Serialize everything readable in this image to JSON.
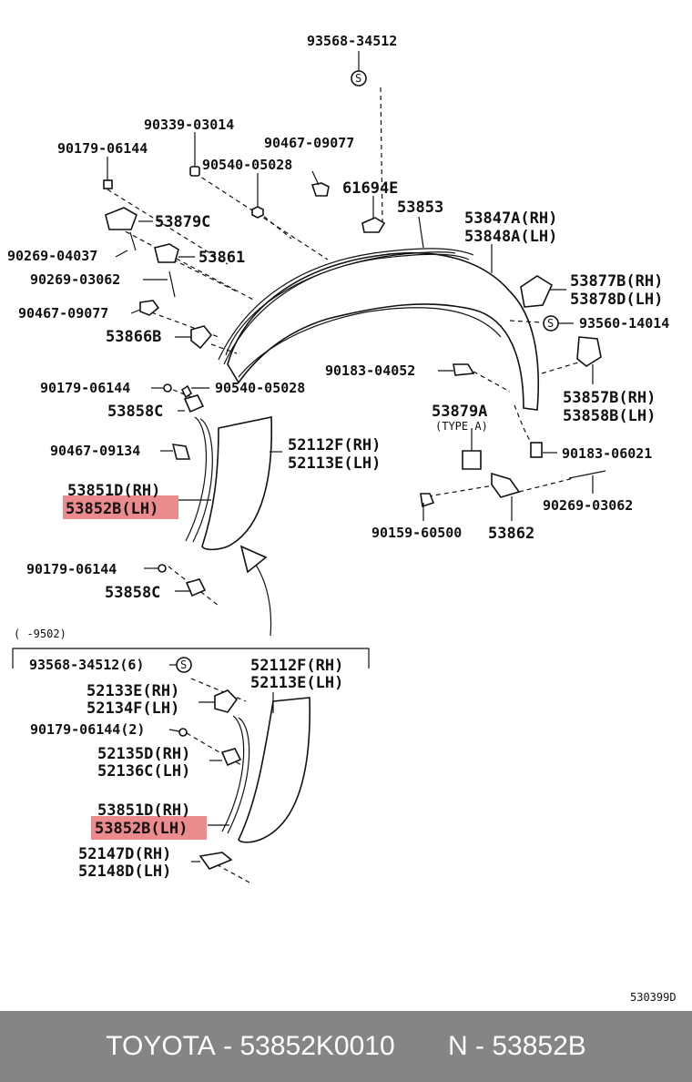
{
  "labels": {
    "p93568_34512": "93568-34512",
    "p90339_03014": "90339-03014",
    "p90179_06144_a": "90179-06144",
    "p90467_09077_a": "90467-09077",
    "p90540_05028_a": "90540-05028",
    "p61694e": "61694E",
    "p53853": "53853",
    "p53847a": "53847A(RH)",
    "p53848a": "53848A(LH)",
    "p53879c": "53879C",
    "p90269_04037": "90269-04037",
    "p53861": "53861",
    "p90269_03062_a": "90269-03062",
    "p53877b": "53877B(RH)",
    "p53878d": "53878D(LH)",
    "p90467_09077_b": "90467-09077",
    "p93560_14014": "93560-14014",
    "p53866b": "53866B",
    "p90183_04052": "90183-04052",
    "p90179_06144_b": "90179-06144",
    "p90540_05028_b": "90540-05028",
    "p53857b": "53857B(RH)",
    "p53858b": "53858B(LH)",
    "p53858c_a": "53858C",
    "p53879a": "53879A",
    "p_type_a": "(TYPE A)",
    "p52112f_a": "52112F(RH)",
    "p52113e_a": "52113E(LH)",
    "p90467_09134": "90467-09134",
    "p90183_06021": "90183-06021",
    "p53851d_a": "53851D(RH)",
    "p53852b_a": "53852B(LH)",
    "p90269_03062_b": "90269-03062",
    "p90159_60500": "90159-60500",
    "p53862": "53862",
    "p90179_06144_c": "90179-06144",
    "p53858c_b": "53858C",
    "p_range": "(      -9502)",
    "p93568_34512_6": "93568-34512(6)",
    "p52112f_b": "52112F(RH)",
    "p52113e_b": "52113E(LH)",
    "p52133e": "52133E(RH)",
    "p52134f": "52134F(LH)",
    "p90179_06144_2": "90179-06144(2)",
    "p52135d": "52135D(RH)",
    "p52136c": "52136C(LH)",
    "p53851d_b": "53851D(RH)",
    "p53852b_b": "53852B(LH)",
    "p52147d": "52147D(RH)",
    "p52148d": "52148D(LH)",
    "diagram_id": "530399D",
    "s_symbol": "S"
  },
  "highlight_color": "#e8777a",
  "footer": {
    "brand": "TOYOTA",
    "part_number": "53852K0010",
    "ref": "N - 53852B",
    "background": "#858585"
  }
}
